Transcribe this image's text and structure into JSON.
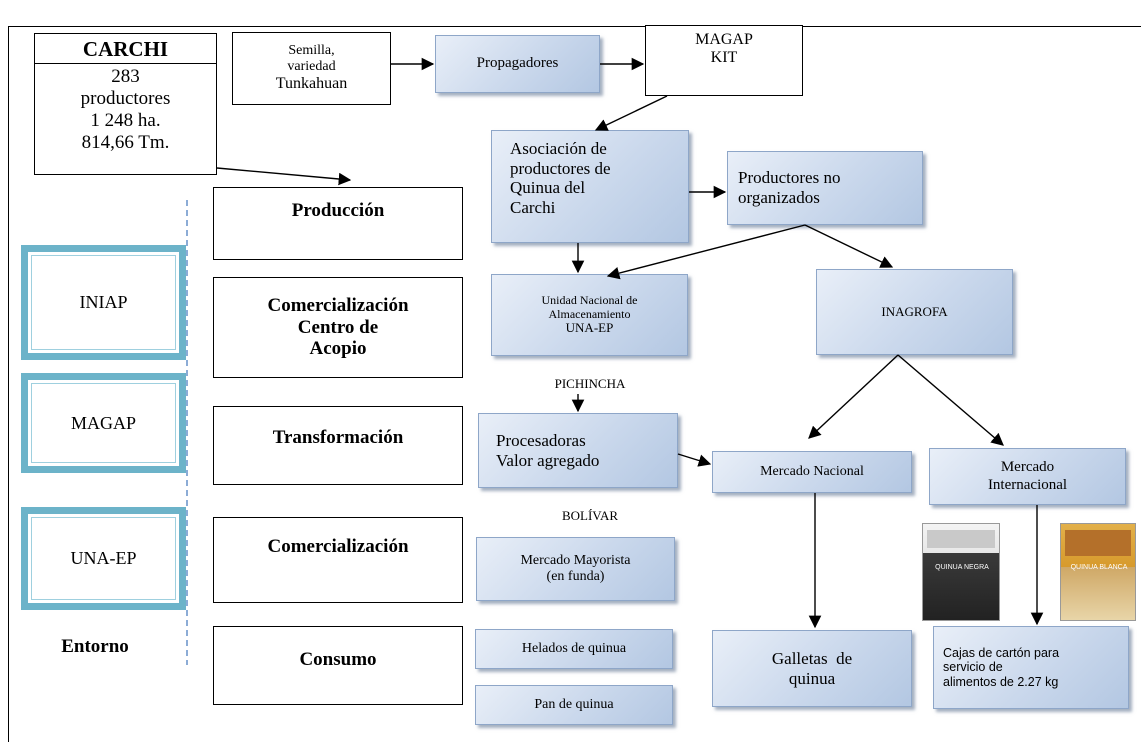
{
  "header": {
    "carchi_title": "CARCHI",
    "carchi_line1": "283",
    "carchi_line2": "productores",
    "carchi_line3": "1 248 ha.",
    "carchi_line4": "814,66 Tm."
  },
  "supply": {
    "semilla_l1": "Semilla,",
    "semilla_l2": "variedad",
    "semilla_l3": "Tunkahuan",
    "propagadores": "Propagadores",
    "magap_kit_l1": "MAGAP",
    "magap_kit_l2": "KIT"
  },
  "stages": {
    "produccion": "Producción",
    "comercializacion_acopio_l1": "Comercialización",
    "comercializacion_acopio_l2": "Centro de",
    "comercializacion_acopio_l3": "Acopio",
    "transformacion": "Transformación",
    "comercializacion": "Comercialización",
    "consumo": "Consumo"
  },
  "entorno": {
    "iniap": "INIAP",
    "magap": "MAGAP",
    "una_ep": "UNA-EP",
    "label": "Entorno"
  },
  "actors": {
    "asociacion_l1": "Asociación de",
    "asociacion_l2": "productores de",
    "asociacion_l3": "Quinua del",
    "asociacion_l4": "Carchi",
    "productores_l1": "Productores no",
    "productores_l2": "organizados",
    "unidad_l1": "Unidad Nacional de",
    "unidad_l2": "Almacenamiento",
    "unidad_l3": "UNA-EP",
    "inagrofa": "INAGROFA",
    "pichincha": "PICHINCHA",
    "procesadoras_l1": "Procesadoras",
    "procesadoras_l2": "Valor agregado",
    "mercado_nacional": "Mercado Nacional",
    "mercado_internacional_l1": "Mercado",
    "mercado_internacional_l2": "Internacional",
    "bolivar": "BOLÍVAR",
    "mayorista_l1": "Mercado Mayorista",
    "mayorista_l2": "(en funda)",
    "helados": "Helados de quinua",
    "pan": "Pan de quinua",
    "galletas_l1": "Galletas  de",
    "galletas_l2": "quinua",
    "cajas_l1": "Cajas de cartón para",
    "cajas_l2": "servicio de",
    "cajas_l3": "alimentos de 2.27 kg"
  },
  "products": {
    "box1_label": "QUINUA NEGRA",
    "box2_label": "QUINUA BLANCA"
  },
  "colors": {
    "blue_box_light": "#e9eff8",
    "blue_box_dark": "#b3c7e2",
    "entorno_border": "#6cb3c9",
    "dashed_line": "#4f7fc0"
  }
}
